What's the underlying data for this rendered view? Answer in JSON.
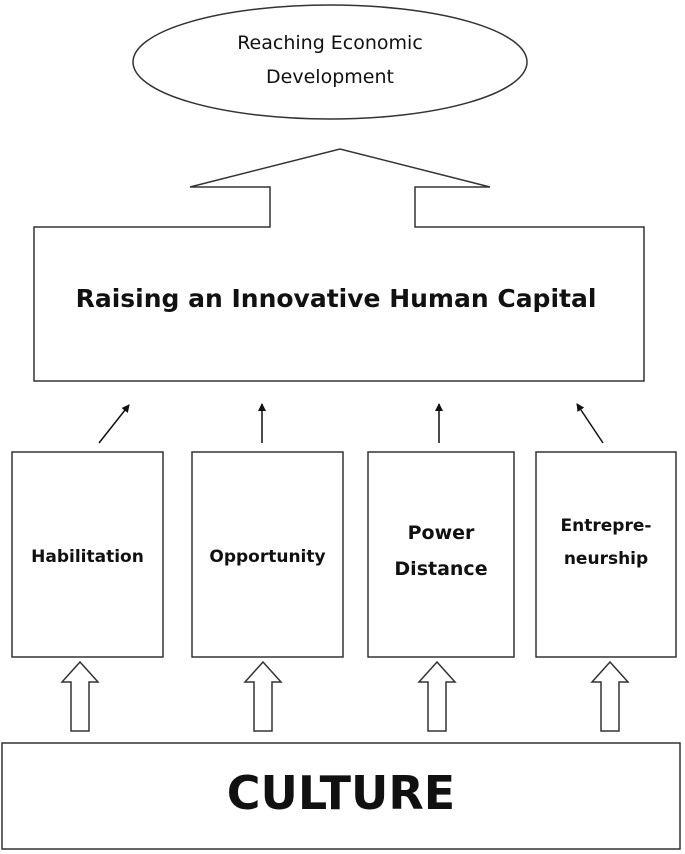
{
  "goal": {
    "line1": "Reaching Economic",
    "line2": "Development"
  },
  "capital": {
    "label": "Raising an Innovative Human Capital"
  },
  "factors": [
    {
      "line1": "Habilitation",
      "line2": ""
    },
    {
      "line1": "Opportunity",
      "line2": ""
    },
    {
      "line1": "Power",
      "line2": "Distance"
    },
    {
      "line1": "Entrepre-",
      "line2": "neurship"
    }
  ],
  "base": {
    "label": "CULTURE"
  },
  "colors": {
    "stroke": "#333333",
    "text": "#111111",
    "background": "#ffffff"
  }
}
